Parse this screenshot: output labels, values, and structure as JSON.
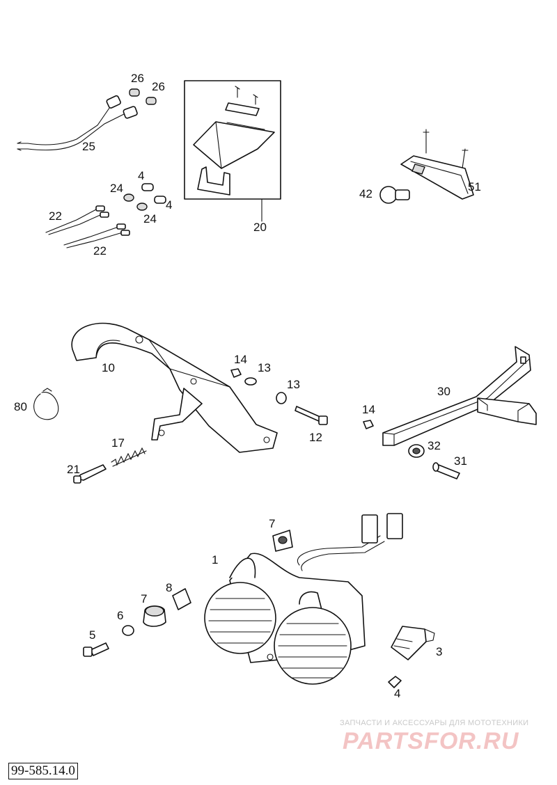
{
  "diagram": {
    "part_code": "99-585.14.0",
    "labels": {
      "p1": "1",
      "p3": "3",
      "p4a": "4",
      "p4b": "4",
      "p4c": "4",
      "p5": "5",
      "p6": "6",
      "p7a": "7",
      "p7b": "7",
      "p8": "8",
      "p10": "10",
      "p12": "12",
      "p13a": "13",
      "p13b": "13",
      "p14a": "14",
      "p14b": "14",
      "p17": "17",
      "p20": "20",
      "p21": "21",
      "p22a": "22",
      "p22b": "22",
      "p24a": "24",
      "p24b": "24",
      "p25": "25",
      "p26a": "26",
      "p26b": "26",
      "p30": "30",
      "p31": "31",
      "p32": "32",
      "p42": "42",
      "p51": "51",
      "p80": "80"
    }
  },
  "watermark": {
    "caption": "ЗАПЧАСТИ И АКСЕССУАРЫ ДЛЯ МОТОТЕХНИКИ",
    "brand": "PARTSFOR.RU"
  }
}
